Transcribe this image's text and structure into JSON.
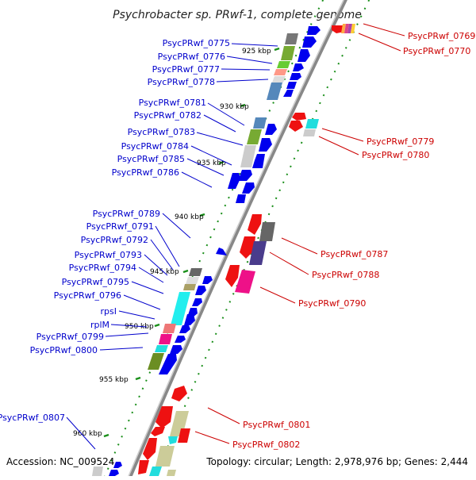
{
  "title": "Psychrobacter sp. PRwf-1, complete genome",
  "footer": {
    "accession": "Accession: NC_009524",
    "topology": "Topology: circular; Length: 2,978,976 bp; Genes: 2,444"
  },
  "kbp_marks": [
    "925 kbp",
    "930 kbp",
    "935 kbp",
    "940 kbp",
    "945 kbp",
    "950 kbp",
    "955 kbp",
    "960 kbp"
  ],
  "left_labels": [
    "PsycPRwf_0775",
    "PsycPRwf_0776",
    "PsycPRwf_0777",
    "PsycPRwf_0778",
    "PsycPRwf_0781",
    "PsycPRwf_0782",
    "PsycPRwf_0783",
    "PsycPRwf_0784",
    "PsycPRwf_0785",
    "PsycPRwf_0786",
    "PsycPRwf_0789",
    "PsycPRwf_0791",
    "PsycPRwf_0792",
    "PsycPRwf_0793",
    "PsycPRwf_0794",
    "PsycPRwf_0795",
    "PsycPRwf_0796",
    "rpsI",
    "rplM",
    "PsycPRwf_0799",
    "PsycPRwf_0800",
    "PsycPRwf_0807"
  ],
  "right_labels": [
    "PsycPRwf_0769",
    "PsycPRwf_0770",
    "PsycPRwf_0779",
    "PsycPRwf_0780",
    "PsycPRwf_0787",
    "PsycPRwf_0788",
    "PsycPRwf_0790",
    "PsycPRwf_0801",
    "PsycPRwf_0802"
  ],
  "colors": {
    "forward": "#0000ee",
    "reverse": "#ee0000",
    "axis": "#888888",
    "dots": "#1a8f1a"
  }
}
